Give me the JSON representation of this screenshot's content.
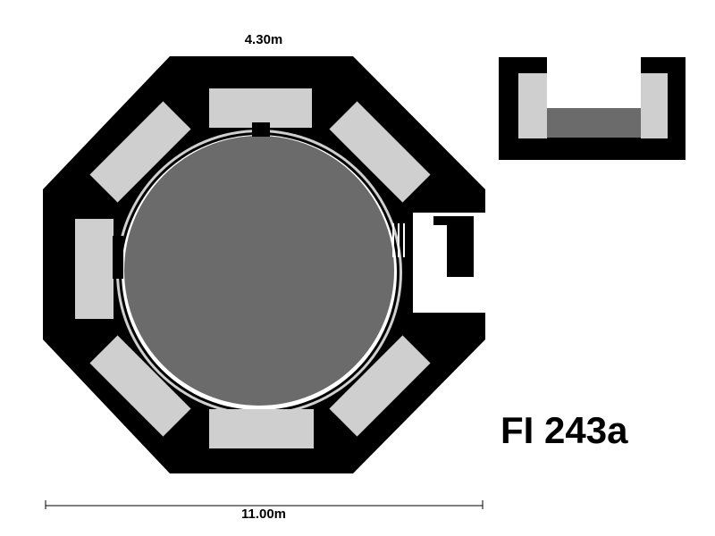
{
  "plan": {
    "top_dimension": "4.30m",
    "bottom_dimension": "11.00m",
    "label": "FI 243a"
  },
  "colors": {
    "wall": "#000000",
    "room": "#cfcfcf",
    "center_circle": "#6b6b6b",
    "background": "#ffffff"
  }
}
